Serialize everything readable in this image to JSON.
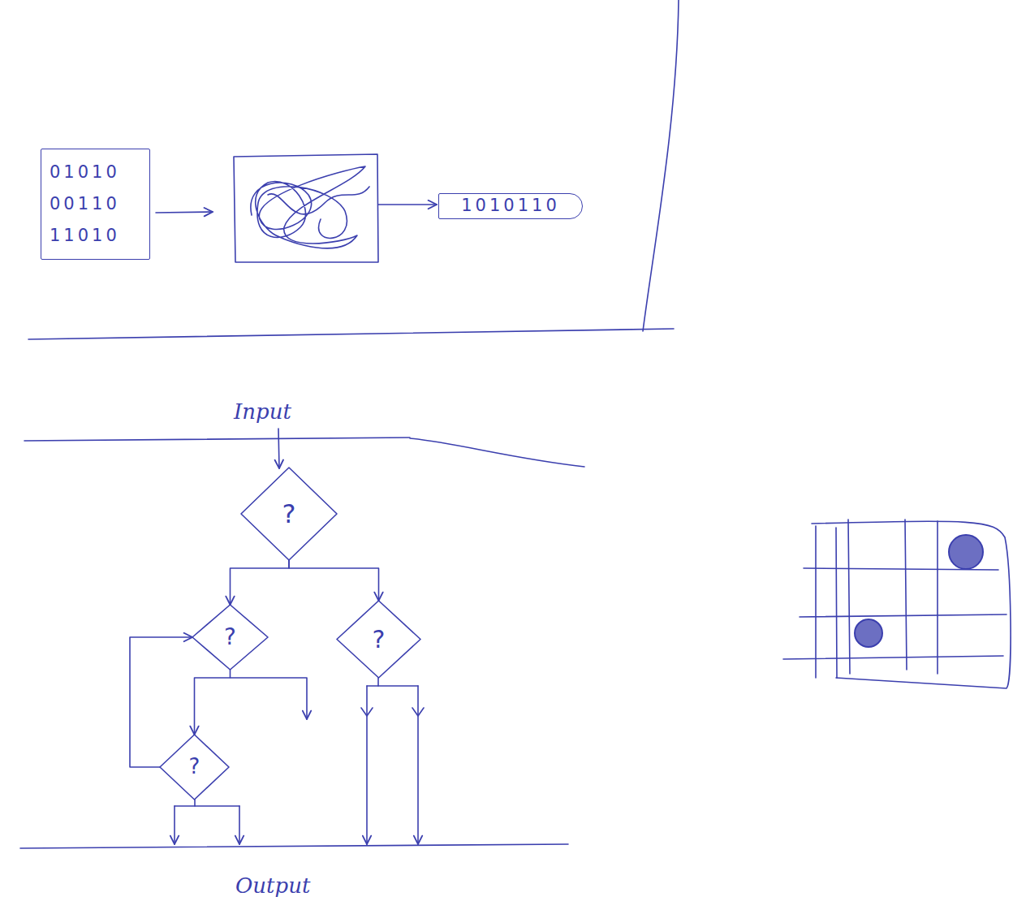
{
  "diagram": {
    "nodes": [
      {
        "text": [
          "01010",
          "00110",
          "11010"
        ]
      },
      {
        "text": [
          "1010110"
        ]
      },
      {
        "text": [
          "?"
        ]
      },
      {
        "text": [
          "?"
        ]
      },
      {
        "text": [
          "?"
        ]
      },
      {
        "text": [
          "?"
        ]
      }
    ],
    "edges": [
      {
        "from": 2,
        "to": 3,
        "arrow": "to"
      },
      {
        "from": 2,
        "to": 4,
        "arrow": "to"
      },
      {
        "from": 3,
        "to": 5,
        "arrow": "to"
      },
      {
        "from": 5,
        "to": 3,
        "arrow": "to"
      }
    ],
    "labels": [
      "Input",
      "Output"
    ]
  }
}
